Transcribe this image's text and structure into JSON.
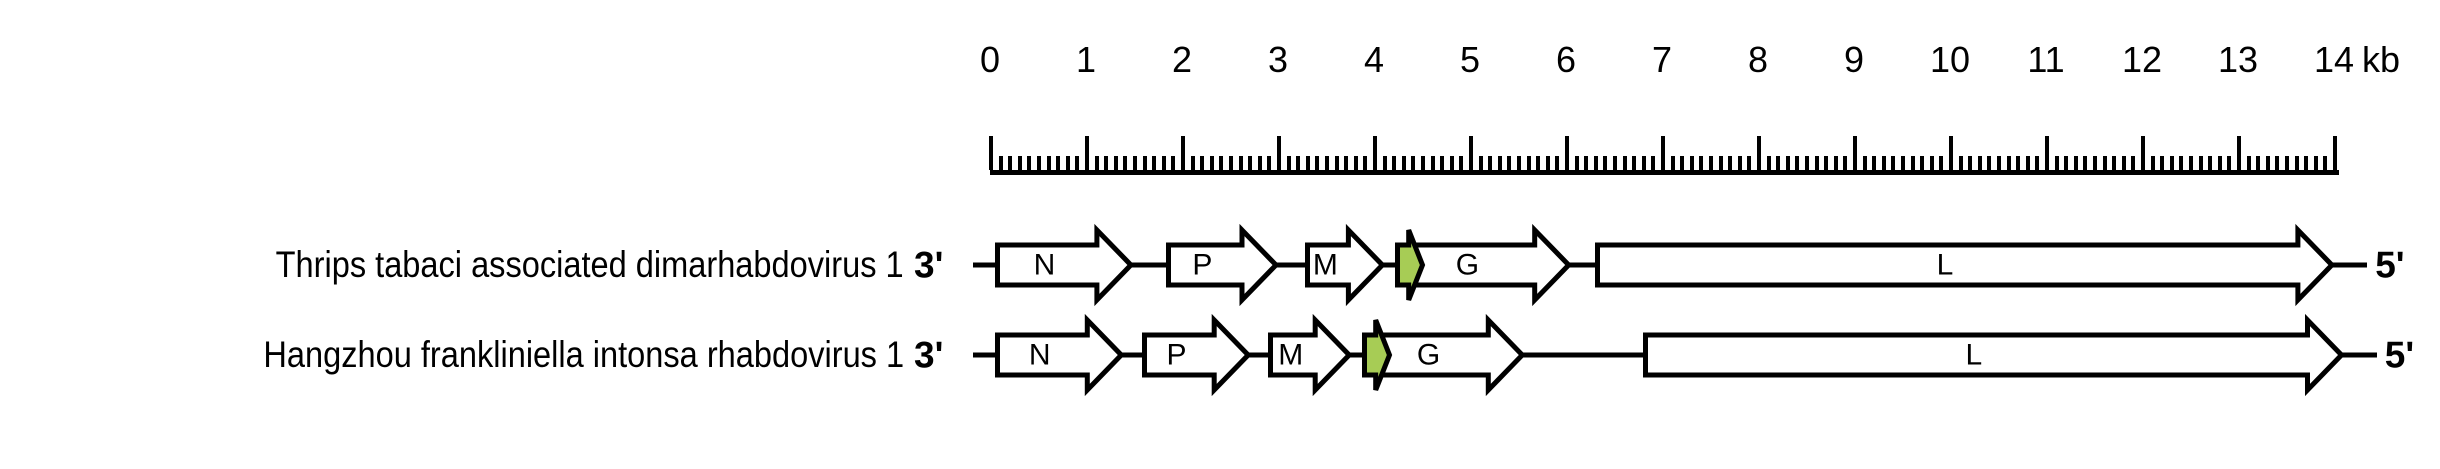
{
  "figure": {
    "type": "genome-organization-diagram",
    "unit_label": "kb",
    "colors": {
      "outline": "#000000",
      "gene_fill": "#ffffff",
      "highlight_gene_fill": "#a7cc55",
      "background": "#ffffff"
    }
  },
  "scale": {
    "unit": "kb",
    "min": 0,
    "max": 14,
    "major_tick_step": 1,
    "minor_tick_step": 0.1,
    "tick_labels": [
      "0",
      "1",
      "2",
      "3",
      "4",
      "5",
      "6",
      "7",
      "8",
      "9",
      "10",
      "11",
      "12",
      "13",
      "14"
    ],
    "unit_suffix": "kb"
  },
  "genomes": [
    {
      "name": "Thrips tabaci associated dimarhabdovirus 1",
      "left_end_label": "3'",
      "right_end_label": "5'",
      "genes": [
        {
          "label": "N",
          "start": 0.05,
          "end": 1.44,
          "fill": "white"
        },
        {
          "label": "P",
          "start": 1.83,
          "end": 2.95,
          "fill": "white"
        },
        {
          "label": "M",
          "start": 3.28,
          "end": 4.06,
          "fill": "white"
        },
        {
          "label": "",
          "start": 4.22,
          "end": 4.48,
          "fill": "green"
        },
        {
          "label": "G",
          "start": 4.3,
          "end": 6.0,
          "fill": "white"
        },
        {
          "label": "L",
          "start": 6.3,
          "end": 13.95,
          "fill": "white"
        }
      ]
    },
    {
      "name": "Hangzhou frankliniella intonsa rhabdovirus 1",
      "left_end_label": "3'",
      "right_end_label": "5'",
      "genes": [
        {
          "label": "N",
          "start": 0.05,
          "end": 1.34,
          "fill": "white"
        },
        {
          "label": "P",
          "start": 1.58,
          "end": 2.66,
          "fill": "white"
        },
        {
          "label": "M",
          "start": 2.9,
          "end": 3.72,
          "fill": "white"
        },
        {
          "label": "",
          "start": 3.88,
          "end": 4.14,
          "fill": "green"
        },
        {
          "label": "G",
          "start": 3.97,
          "end": 5.52,
          "fill": "white"
        },
        {
          "label": "L",
          "start": 6.8,
          "end": 14.05,
          "fill": "white"
        }
      ]
    }
  ]
}
